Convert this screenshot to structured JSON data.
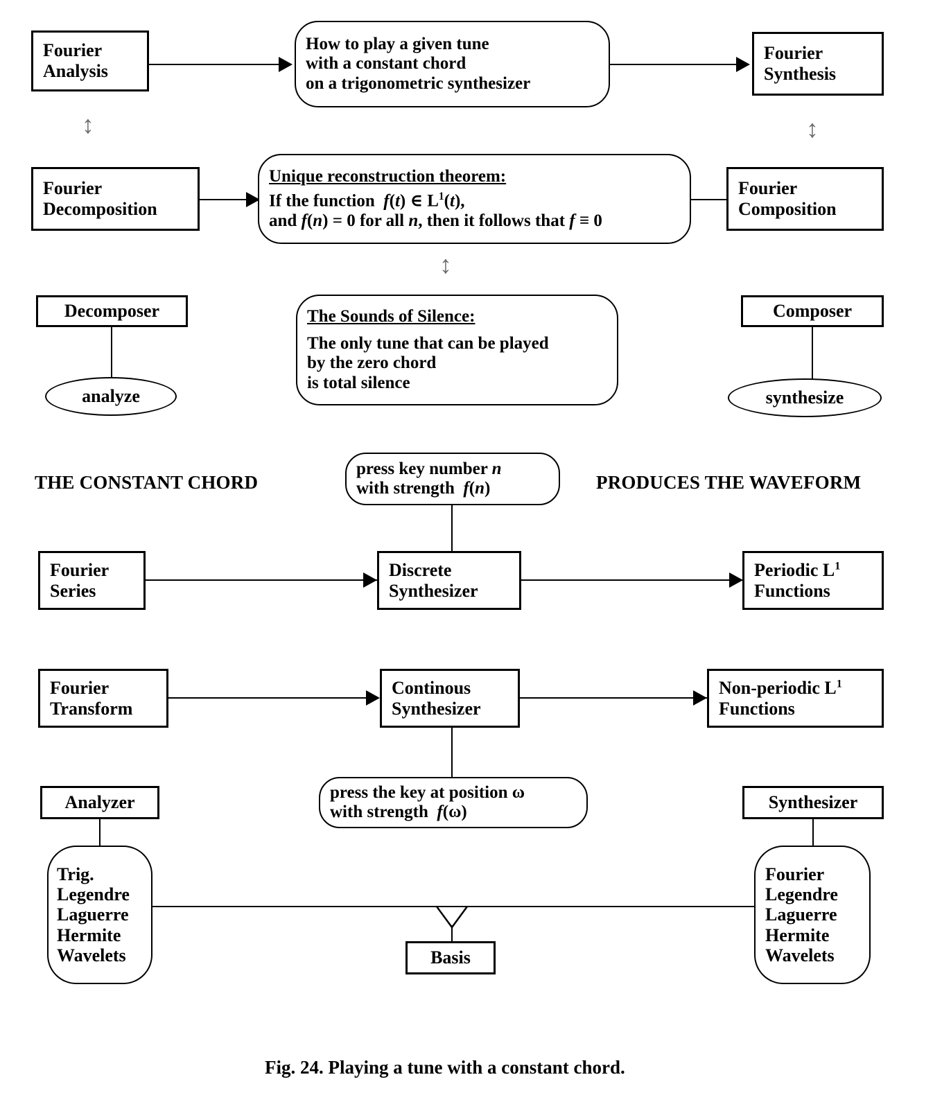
{
  "figure": {
    "caption": "Fig. 24.  Playing a tune with a constant chord."
  },
  "row1": {
    "left_box": "Fourier\nAnalysis",
    "center_box_line1": "How to play a given tune",
    "center_box_line2": "with a constant chord",
    "center_box_line3": "on a trigonometric synthesizer",
    "right_box": "Fourier\nSynthesis"
  },
  "row2": {
    "left_box": "Fourier\nDecomposition",
    "theorem_title": "Unique reconstruction theorem:",
    "theorem_line1_a": "If the function  ",
    "theorem_line1_f": "f",
    "theorem_line1_b": "(",
    "theorem_line1_t": "t",
    "theorem_line1_c": ") ∈ L",
    "theorem_line1_sup": "1",
    "theorem_line1_d": "(",
    "theorem_line1_t2": "t",
    "theorem_line1_e": "),",
    "theorem_line2_a": "and ",
    "theorem_line2_f": "f",
    "theorem_line2_b": "(",
    "theorem_line2_n": "n",
    "theorem_line2_c": ") = 0 for all ",
    "theorem_line2_n2": "n",
    "theorem_line2_d": ", then it follows that ",
    "theorem_line2_f2": "f",
    "theorem_line2_e": " ≡ 0",
    "right_box": "Fourier\nComposition"
  },
  "row3": {
    "left_box": "Decomposer",
    "left_ellipse": "analyze",
    "silence_title": "The Sounds of Silence:",
    "silence_line1": "The only tune that can be played",
    "silence_line2": "by the zero chord",
    "silence_line3": "is total silence",
    "right_box": "Composer",
    "right_ellipse": "synthesize"
  },
  "row4": {
    "left_label": "THE CONSTANT CHORD",
    "right_label": "PRODUCES THE WAVEFORM",
    "press_key_line1_a": "press key number ",
    "press_key_line1_n": "n",
    "press_key_line2_a": "with strength  ",
    "press_key_line2_f": "f",
    "press_key_line2_b": "(",
    "press_key_line2_n": "n",
    "press_key_line2_c": ")"
  },
  "row5": {
    "left_box": "Fourier\nSeries",
    "center_box": "Discrete\nSynthesizer",
    "right_box_line1_a": "Periodic L",
    "right_box_line1_sup": "1",
    "right_box_line2": "Functions"
  },
  "row6": {
    "left_box": "Fourier\nTransform",
    "center_box": "Continous\nSynthesizer",
    "right_box_line1_a": "Non-periodic L",
    "right_box_line1_sup": "1",
    "right_box_line2": "Functions",
    "press_pos_line1": "press the key at position ω",
    "press_pos_line2_a": "with strength  ",
    "press_pos_line2_f": "f",
    "press_pos_line2_b": "(ω)"
  },
  "row7": {
    "left_box": "Analyzer",
    "left_list": "Trig.\nLegendre\nLaguerre\nHermite\nWavelets",
    "center_box": "Basis",
    "right_box": "Synthesizer",
    "right_list": "Fourier\nLegendre\nLaguerre\nHermite\nWavelets"
  },
  "icons": {
    "double_arrow_vertical": "↕",
    "chevron_down": "chevron-down-icon",
    "arrow_right": "arrow-right-icon"
  },
  "colors": {
    "stroke": "#000000",
    "background": "#ffffff",
    "double_arrow": "#6b6b6b"
  }
}
